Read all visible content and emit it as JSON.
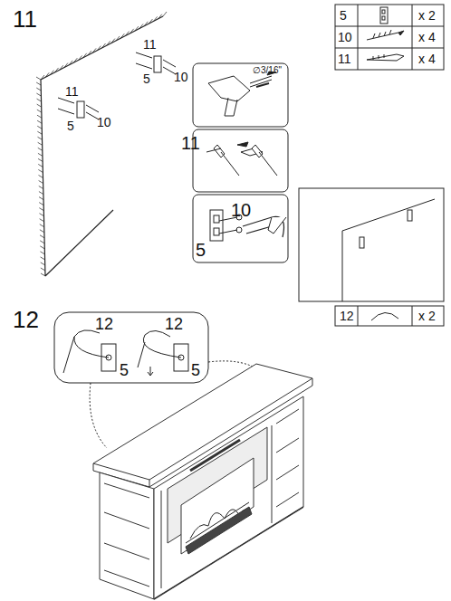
{
  "diagram": {
    "labels": [
      "11",
      "5",
      "x 2",
      "10",
      "x 4",
      "11",
      "x 4",
      "11",
      "5",
      "10",
      "11",
      "5",
      "10",
      "∅3/16\"",
      "11",
      "10",
      "5",
      "12",
      "x 2",
      "12",
      "12",
      "12",
      "5",
      "5"
    ]
  }
}
